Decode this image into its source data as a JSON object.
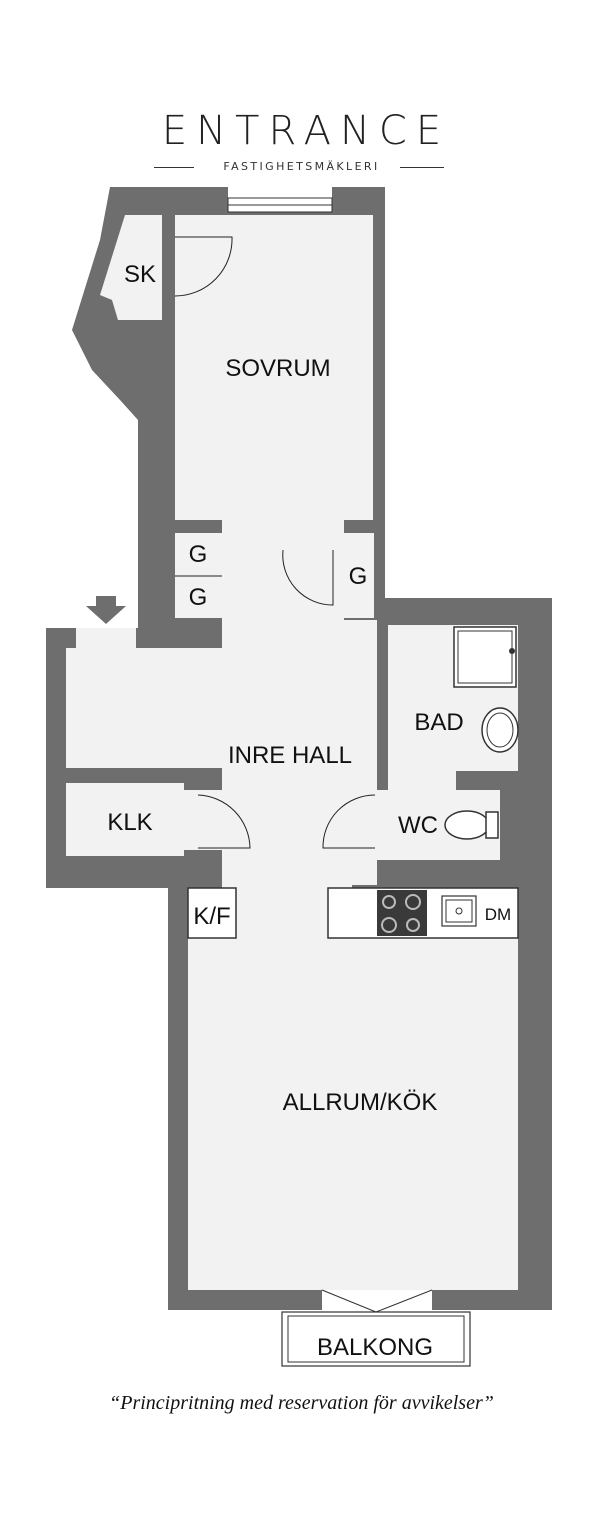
{
  "brand": {
    "name": "ENTRANCE",
    "tagline": "FASTIGHETSMÄKLERI"
  },
  "rooms": {
    "sk": "SK",
    "sovrum": "SOVRUM",
    "g1": "G",
    "g2": "G",
    "g3": "G",
    "bad": "BAD",
    "inre_hall": "INRE HALL",
    "klk": "KLK",
    "wc": "WC",
    "kf": "K/F",
    "dm": "DM",
    "allrum_kok": "ALLRUM/KÖK",
    "balkong": "BALKONG"
  },
  "disclaimer": "“Principritning med reservation för avvikelser”",
  "colors": {
    "wall": "#6e6e6e",
    "floor": "#f2f2f2",
    "text": "#111111"
  },
  "icons": [
    "entrance-arrow-icon",
    "shower-icon",
    "sink-icon",
    "toilet-icon",
    "stove-icon",
    "kitchen-sink-icon"
  ]
}
